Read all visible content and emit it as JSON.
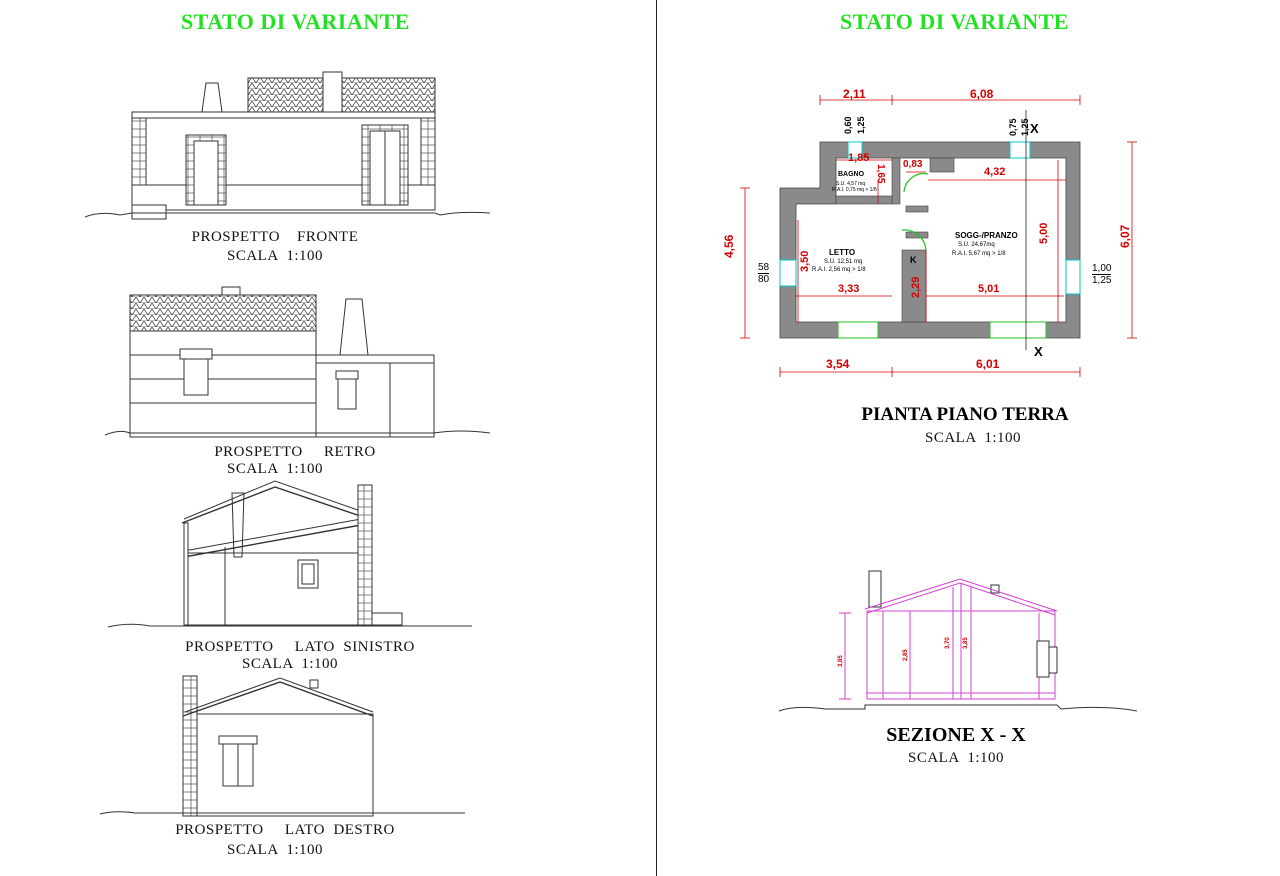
{
  "sheet": {
    "left_heading": "STATO DI VARIANTE",
    "right_heading": "STATO DI VARIANTE"
  },
  "elevations": {
    "front": {
      "title": "PROSPETTO    FRONTE",
      "scale": "SCALA  1:100"
    },
    "rear": {
      "title": "PROSPETTO     RETRO",
      "scale": "SCALA  1:100"
    },
    "left": {
      "title": "PROSPETTO     LATO  SINISTRO",
      "scale": "SCALA  1:100"
    },
    "right": {
      "title": "PROSPETTO     LATO  DESTRO",
      "scale": "SCALA  1:100"
    }
  },
  "plan": {
    "title": "PIANTA PIANO TERRA",
    "scale": "SCALA  1:100",
    "dims": {
      "top_left": "2,11",
      "top_right": "6,08",
      "bottom_left": "3,54",
      "bottom_right": "6,01",
      "left_height": "4,56",
      "right_height": "6,07",
      "win_top_left_a": "0,60",
      "win_top_left_b": "1,25",
      "win_top_right_a": "0,75",
      "win_top_right_b": "1,25",
      "win_left_a": "58",
      "win_left_b": "80",
      "win_right_a": "1,00",
      "win_right_b": "1,25",
      "bagno_w": "1,85",
      "bagno_h": "1,65",
      "hall_w": "0,83",
      "sogg_w": "4,32",
      "sogg_h": "5,00",
      "letto_h": "3,50",
      "letto_w": "3,33",
      "lower_w": "5,01",
      "corridor_h": "2,29",
      "section_mark": "X",
      "corridor_mark": "K"
    },
    "rooms": {
      "bagno": {
        "name": "BAGNO",
        "su": "S.U. 4,57 mq",
        "rai": "R.A.I. 0,75 mq > 1/8"
      },
      "letto": {
        "name": "LETTO",
        "su": "S.U. 12,51 mq",
        "rai": "R.A.I.  2,56 mq > 1/8"
      },
      "sogg": {
        "name": "SOGG-/PRANZO",
        "su": "S.U. 24,67mq",
        "rai": "R.A.I. 5,67 mq > 1/8"
      }
    }
  },
  "section": {
    "title": "SEZIONE X - X",
    "scale": "SCALA  1:100",
    "dims": {
      "total": "3,85",
      "inner_left": "2,85",
      "ridge_a": "3,70",
      "ridge_b": "3,85"
    }
  },
  "colors": {
    "heading": "#22e022",
    "dimension": "#d40000",
    "wall": "#8a8a8a",
    "section": "#d040d0",
    "opening": "#00c8c8",
    "door": "#22c022"
  }
}
